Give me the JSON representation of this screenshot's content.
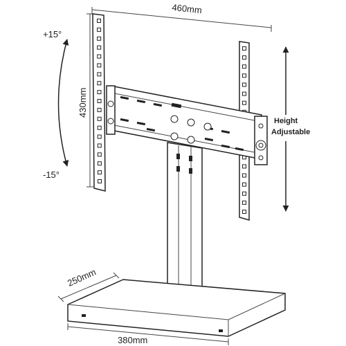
{
  "dimensions": {
    "width_top": "460mm",
    "height_left": "430mm",
    "depth_base": "250mm",
    "width_base": "380mm"
  },
  "tilt": {
    "up": "+15°",
    "down": "-15°"
  },
  "height_adjust": {
    "line1": "Height",
    "line2": "Adjustable"
  }
}
